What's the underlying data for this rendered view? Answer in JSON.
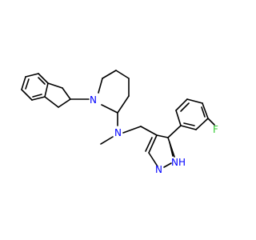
{
  "molecule": {
    "atoms": {
      "piperidine_n": "N",
      "amine_n": "N",
      "pyrazole_n": "N",
      "pyrazole_nh": "N",
      "pyrazole_h": "H",
      "fluorine": "F"
    },
    "colors": {
      "nitrogen": "#0000ff",
      "fluorine": "#33cc33",
      "bond": "#000000",
      "background": "#ffffff"
    }
  }
}
